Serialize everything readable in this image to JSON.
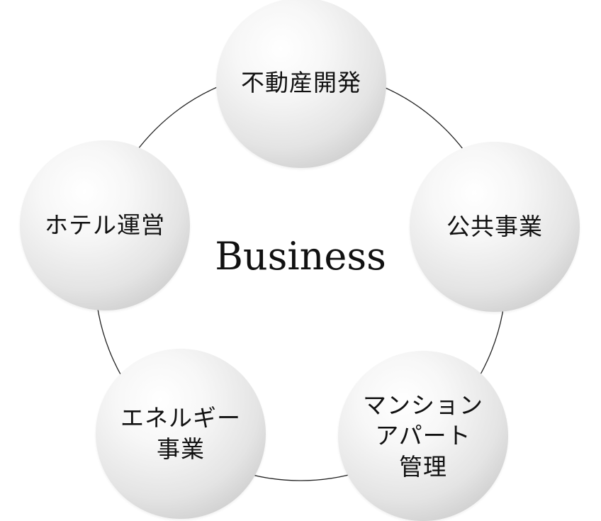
{
  "diagram": {
    "center_title": "Business",
    "nodes": [
      {
        "label": "不動産開発"
      },
      {
        "label": "公共事業"
      },
      {
        "label": "マンション\nアパート\n管理"
      },
      {
        "label": "エネルギー\n事業"
      },
      {
        "label": "ホテル運営"
      }
    ]
  }
}
